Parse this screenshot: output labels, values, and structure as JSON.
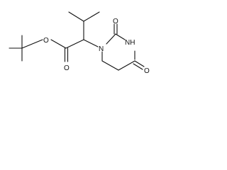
{
  "molecule": {
    "atoms": {
      "ester_oxygen": "O",
      "carbonyl_oxygen": "O",
      "ring_nitrogen_1": "N",
      "ring_oxygen_2": "O",
      "ring_nitrogen_3": "NH",
      "ring_oxygen_4": "O"
    }
  }
}
